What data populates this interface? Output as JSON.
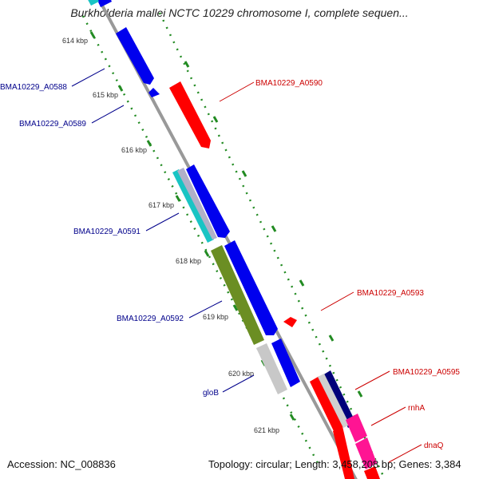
{
  "title": "Burkholderia mallei NCTC 10229 chromosome I, complete sequen...",
  "footer": {
    "accession": "Accession: NC_008836",
    "summary": "Topology: circular; Length: 3,458,208 bp; Genes: 3,384"
  },
  "ticks": [
    "614 kbp",
    "615 kbp",
    "616 kbp",
    "617 kbp",
    "618 kbp",
    "619 kbp",
    "620 kbp",
    "621 kbp"
  ],
  "genes": [
    {
      "label": "BMA10229_A0588",
      "color": "#00008b"
    },
    {
      "label": "BMA10229_A0589",
      "color": "#00008b"
    },
    {
      "label": "BMA10229_A0590",
      "color": "#cc0000"
    },
    {
      "label": "BMA10229_A0591",
      "color": "#00008b"
    },
    {
      "label": "BMA10229_A0592",
      "color": "#00008b"
    },
    {
      "label": "BMA10229_A0593",
      "color": "#cc0000"
    },
    {
      "label": "gloB",
      "color": "#00008b"
    },
    {
      "label": "BMA10229_A0595",
      "color": "#cc0000"
    },
    {
      "label": "rnhA",
      "color": "#cc0000"
    },
    {
      "label": "dnaQ",
      "color": "#cc0000"
    }
  ],
  "colors": {
    "forward": "#ff0000",
    "reverse": "#0000ee",
    "backbone": "#999999",
    "tick": "#228b22",
    "cyan": "#19c4c4",
    "olive": "#6b8e23",
    "silver": "#c0c0c0",
    "pink": "#ff1493",
    "navy": "#00007a"
  }
}
